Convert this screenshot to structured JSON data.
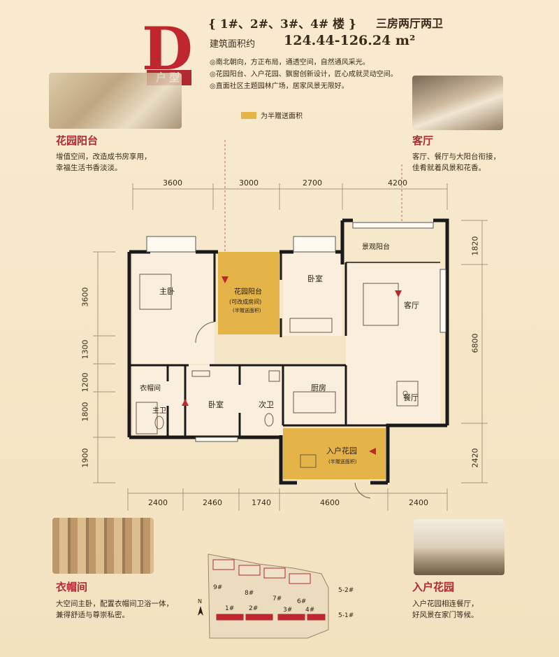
{
  "header": {
    "unit_letter": "D",
    "unit_tag": "户型",
    "buildings": "{ 1#、2#、3#、4# 楼 }",
    "room_type": "三房两厅两卫",
    "area_label": "建筑面积约",
    "area_value": "124.44-126.24 m²",
    "features": [
      "◎南北朝向，方正布局，通透空间，自然通风采光。",
      "◎花园阳台、入户花园、飘窗创新设计，匠心成就灵动空间。",
      "◎直面社区主题园林广场，居家风景无限好。"
    ],
    "legend": "为半赠送面积"
  },
  "corners": {
    "garden_balcony": {
      "title": "花园阳台",
      "lines": [
        "增值空间，改造成书房享用，",
        "幸福生活书香淡淡。"
      ]
    },
    "living": {
      "title": "客厅",
      "lines": [
        "客厅、餐厅与大阳台衔接，",
        "佳肴就着风景和花香。"
      ]
    },
    "closet": {
      "title": "衣帽间",
      "lines": [
        "大空间主卧，配置衣帽间卫浴一体，",
        "兼得舒适与尊崇私密。"
      ]
    },
    "entry_garden": {
      "title": "入户花园",
      "lines": [
        "入户花园相连餐厅，",
        "好风景在家门等候。"
      ]
    }
  },
  "plan": {
    "top_dims": [
      "3600",
      "3000",
      "2700",
      "4200"
    ],
    "bottom_dims": [
      "2400",
      "2460",
      "1740",
      "4600",
      "2400"
    ],
    "left_dims": [
      "3600",
      "1300",
      "1200",
      "1800",
      "1900"
    ],
    "right_dims": [
      "1820",
      "6800",
      "2420"
    ],
    "rooms": {
      "master": "主卧",
      "garden_balcony": "花园阳台",
      "garden_balcony_note1": "(可改成房间)",
      "garden_balcony_note2": "(半赠送面积)",
      "bedroom_top": "卧室",
      "view_balcony": "景观阳台",
      "living": "客厅",
      "closet": "衣帽间",
      "master_bath": "主卫",
      "bedroom_bottom": "卧室",
      "second_bath": "次卫",
      "kitchen": "厨房",
      "dining": "餐厅",
      "entry_garden": "入户花园",
      "entry_garden_note": "(半赠送面积)"
    }
  },
  "siteplan": {
    "north": "N",
    "labels": [
      "9#",
      "8#",
      "7#",
      "6#",
      "5-2#",
      "5-1#",
      "1#",
      "2#",
      "3#",
      "4#"
    ]
  },
  "colors": {
    "accent": "#b02a2f",
    "highlight": "#e4b448",
    "wall": "#1a1a1a",
    "background": "#f6e7c9"
  }
}
